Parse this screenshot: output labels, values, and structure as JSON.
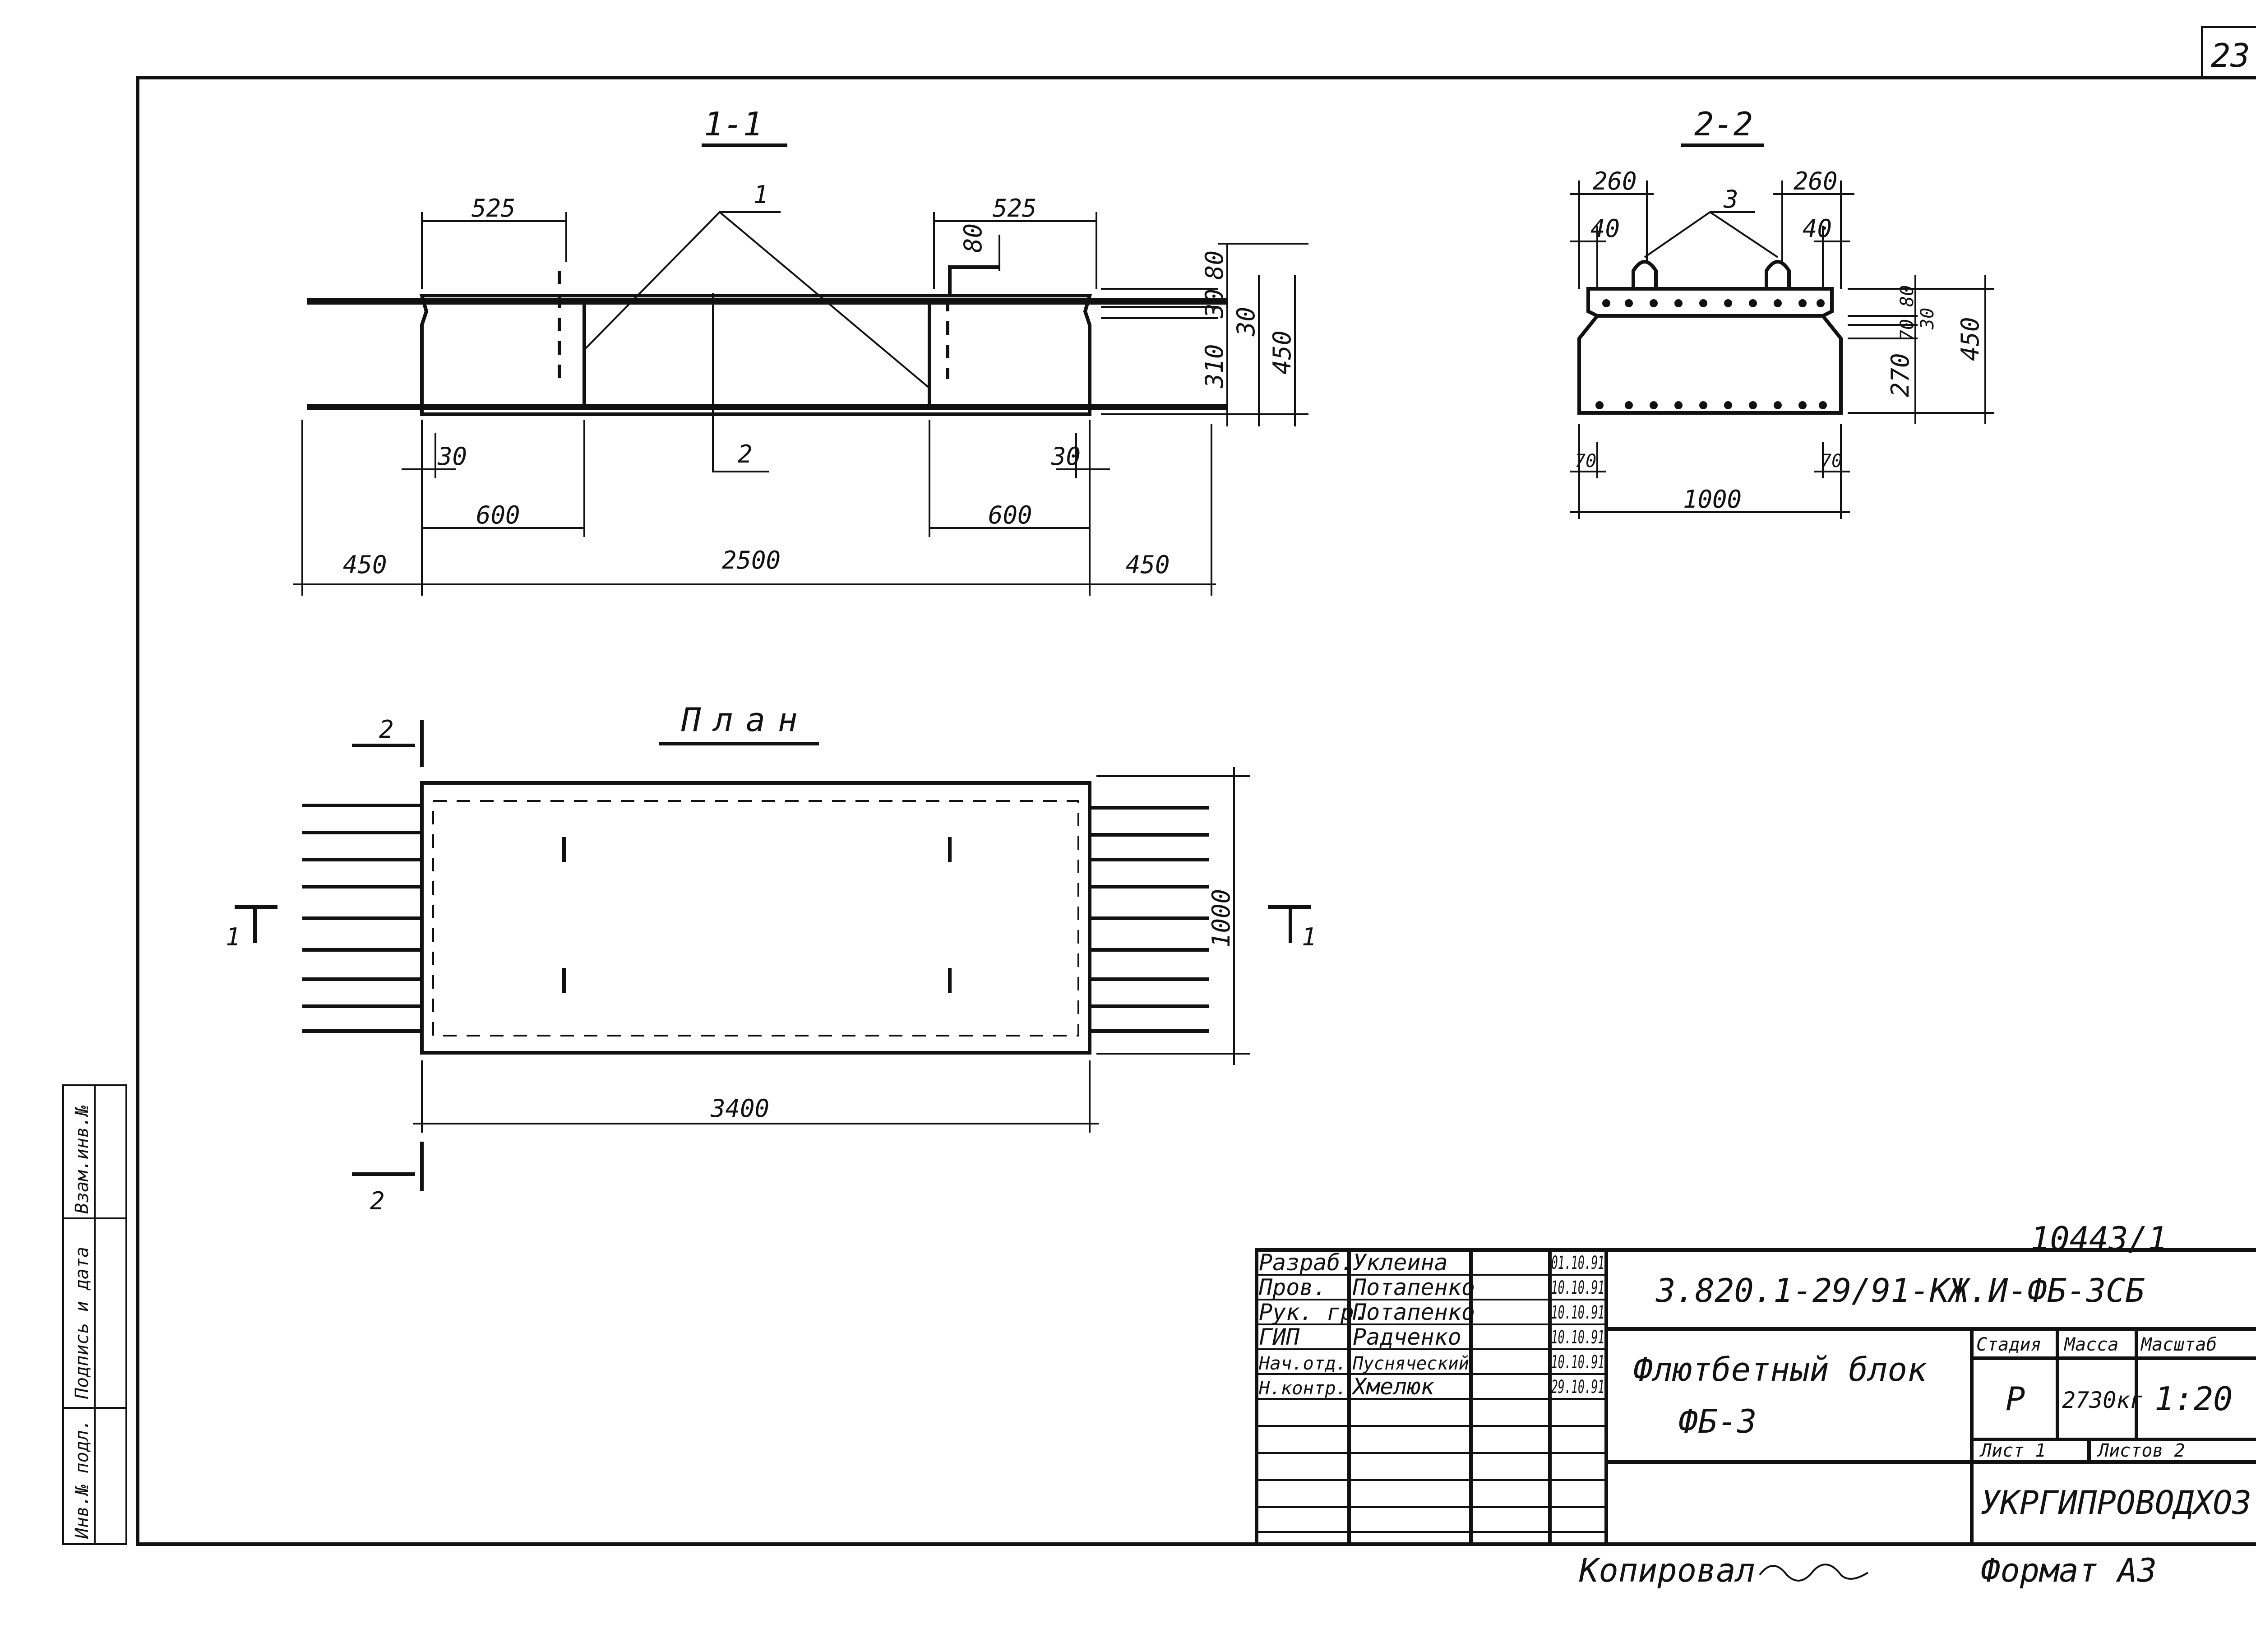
{
  "sheet": {
    "page_number": "23",
    "archive_number": "10443/1",
    "copied_label": "Копировал",
    "format_label": "Формат А3"
  },
  "section_1": {
    "title": "1-1",
    "dims": {
      "top_left": "525",
      "top_right": "525",
      "lug": "80",
      "right_80": "80",
      "right_30": "30",
      "right_30b": "30",
      "right_310": "310",
      "right_450": "450",
      "bot_30_l": "30",
      "bot_30_r": "30",
      "bot_600_l": "600",
      "bot_600_r": "600",
      "overall_450_l": "450",
      "overall_2500": "2500",
      "overall_450_r": "450"
    },
    "callouts": {
      "c1": "1",
      "c2": "2"
    }
  },
  "section_2": {
    "title": "2-2",
    "dims": {
      "top_260_l": "260",
      "top_260_r": "260",
      "top_40_l": "40",
      "top_40_r": "40",
      "r_80": "80",
      "r_70": "70",
      "r_30": "30",
      "r_270": "270",
      "r_450": "450",
      "b_70_l": "70",
      "b_70_r": "70",
      "b_1000": "1000"
    },
    "callouts": {
      "c3": "3"
    }
  },
  "plan": {
    "title": "План",
    "dims": {
      "width": "1000",
      "length": "3400"
    },
    "cuts": {
      "cut2_top": "2",
      "cut2_bot": "2",
      "cut1_l": "1",
      "cut1_r": "1"
    }
  },
  "side_stamp": {
    "col1": "Инв.№ подл.",
    "col2": "Подпись и дата",
    "col3": "Взам.инв.№"
  },
  "title_block": {
    "rows": [
      {
        "role": "Разраб.",
        "name": "Уклеина",
        "date": "01.10.91"
      },
      {
        "role": "Пров.",
        "name": "Потапенко",
        "date": "10.10.91"
      },
      {
        "role": "Рук. гр.",
        "name": "Потапенко",
        "date": "10.10.91"
      },
      {
        "role": "ГИП",
        "name": "Радченко",
        "date": "10.10.91"
      },
      {
        "role": "Нач.отд.",
        "name": "Пусняческий",
        "date": "10.10.91"
      },
      {
        "role": "Н.контр.",
        "name": "Хмелюк",
        "date": "29.10.91"
      }
    ],
    "document_code": "3.820.1-29/91-КЖ.И-ФБ-3СБ",
    "item_name_line1": "Флютбетный блок",
    "item_name_line2": "ФБ-3",
    "stage_label": "Стадия",
    "mass_label": "Масса",
    "scale_label": "Масштаб",
    "stage_value": "Р",
    "mass_value": "2730кг",
    "scale_value": "1:20",
    "sheet_label": "Лист 1",
    "sheets_label": "Листов 2",
    "organization": "УКРГИПРОВОДХОЗ"
  },
  "colors": {
    "ink": "#111111",
    "paper": "#ffffff"
  }
}
